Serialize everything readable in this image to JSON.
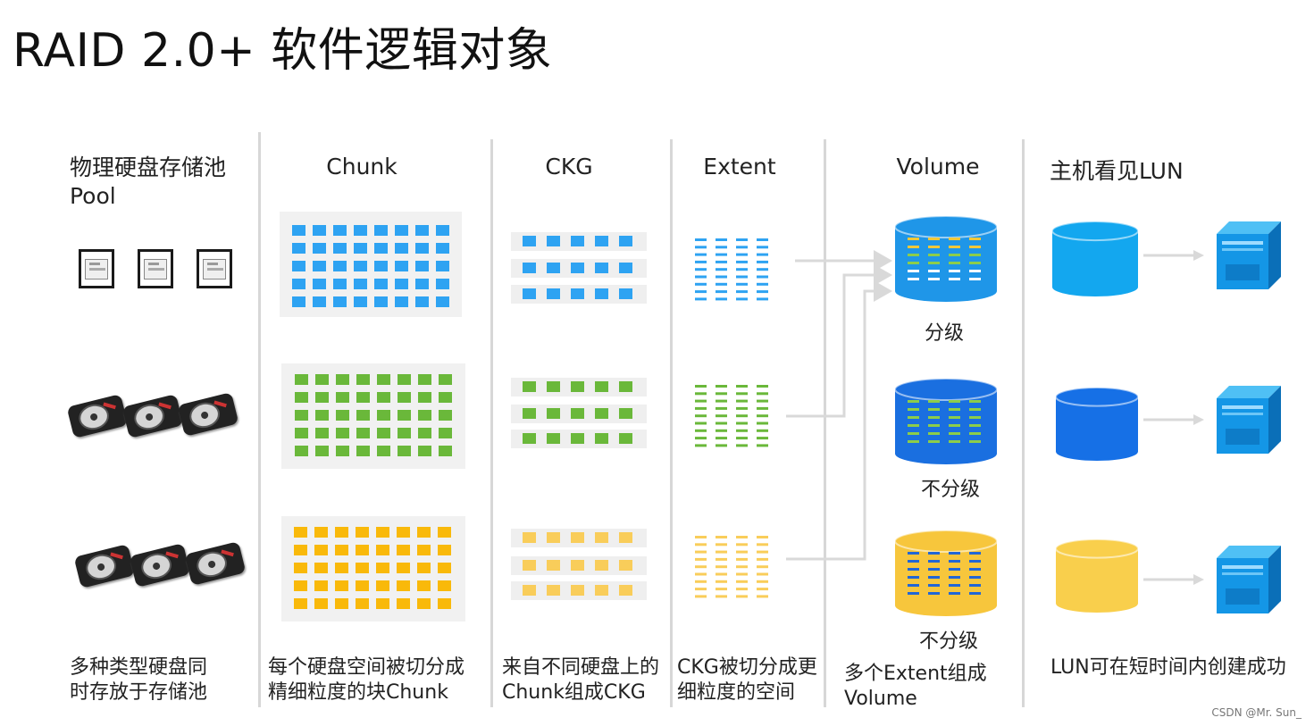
{
  "title": "RAID 2.0+ 软件逻辑对象",
  "columns": {
    "pool": {
      "heading_line1": "物理硬盘存储池",
      "heading_line2": "Pool",
      "caption_line1": "多种类型硬盘同",
      "caption_line2": "时存放于存储池"
    },
    "chunk": {
      "heading": "Chunk",
      "caption_line1": "每个硬盘空间被切分成",
      "caption_line2": "精细粒度的块Chunk"
    },
    "ckg": {
      "heading": "CKG",
      "caption_line1": "来自不同硬盘上的",
      "caption_line2": "Chunk组成CKG"
    },
    "extent": {
      "heading": "Extent",
      "caption_line1": "CKG被切分成更",
      "caption_line2": "细粒度的空间"
    },
    "volume": {
      "heading": "Volume",
      "caption_line1": "多个Extent组成",
      "caption_line2": "Volume"
    },
    "lun": {
      "heading": "主机看见LUN",
      "caption": "LUN可在短时间内创建成功"
    }
  },
  "volumes": [
    {
      "label": "分级",
      "color": "#1f96e8",
      "dash_colors": [
        "#f0c83a",
        "#8ccd4a",
        "#ffffff"
      ]
    },
    {
      "label": "不分级",
      "color": "#1a6fe0",
      "dash_colors": [
        "#8ccd4a",
        "#8ccd4a",
        "#8ccd4a"
      ]
    },
    {
      "label": "不分级",
      "color": "#f7c63c",
      "dash_colors": [
        "#2166d6",
        "#2166d6",
        "#2166d6"
      ]
    }
  ],
  "colors": {
    "tier_blue": "#2ea3f2",
    "tier_green": "#6ab83a",
    "tier_yellow": "#f9b90a",
    "tier_yellow_light": "#f9cd5a",
    "lun_cyan": "#13a7ef",
    "lun_blue": "#1670e6",
    "lun_yellow": "#f9cf4c",
    "arrow": "#d9d9d9",
    "divider": "#d7d7d7"
  },
  "icons": [
    "ssd-icon",
    "hdd-icon",
    "database-icon",
    "server-icon",
    "arrow-icon"
  ],
  "watermark": "CSDN @Mr. Sun_"
}
